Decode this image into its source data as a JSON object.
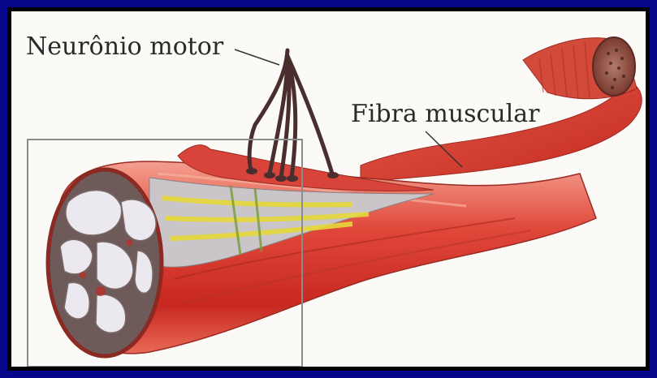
{
  "labels": {
    "neuronio_motor": "Neurônio motor",
    "fibra_muscular": "Fibra muscular"
  },
  "colors": {
    "frame": "#06068a",
    "muscle": "#d83a2e",
    "muscle_light": "#f08a78",
    "fascicle": "#ece8ef",
    "yellow_fibers": "#e6d93a",
    "nerve": "#5a3a3a"
  },
  "icons": [
    "muscle-fiber-illustration",
    "motor-neuron-illustration",
    "zoom-box"
  ]
}
